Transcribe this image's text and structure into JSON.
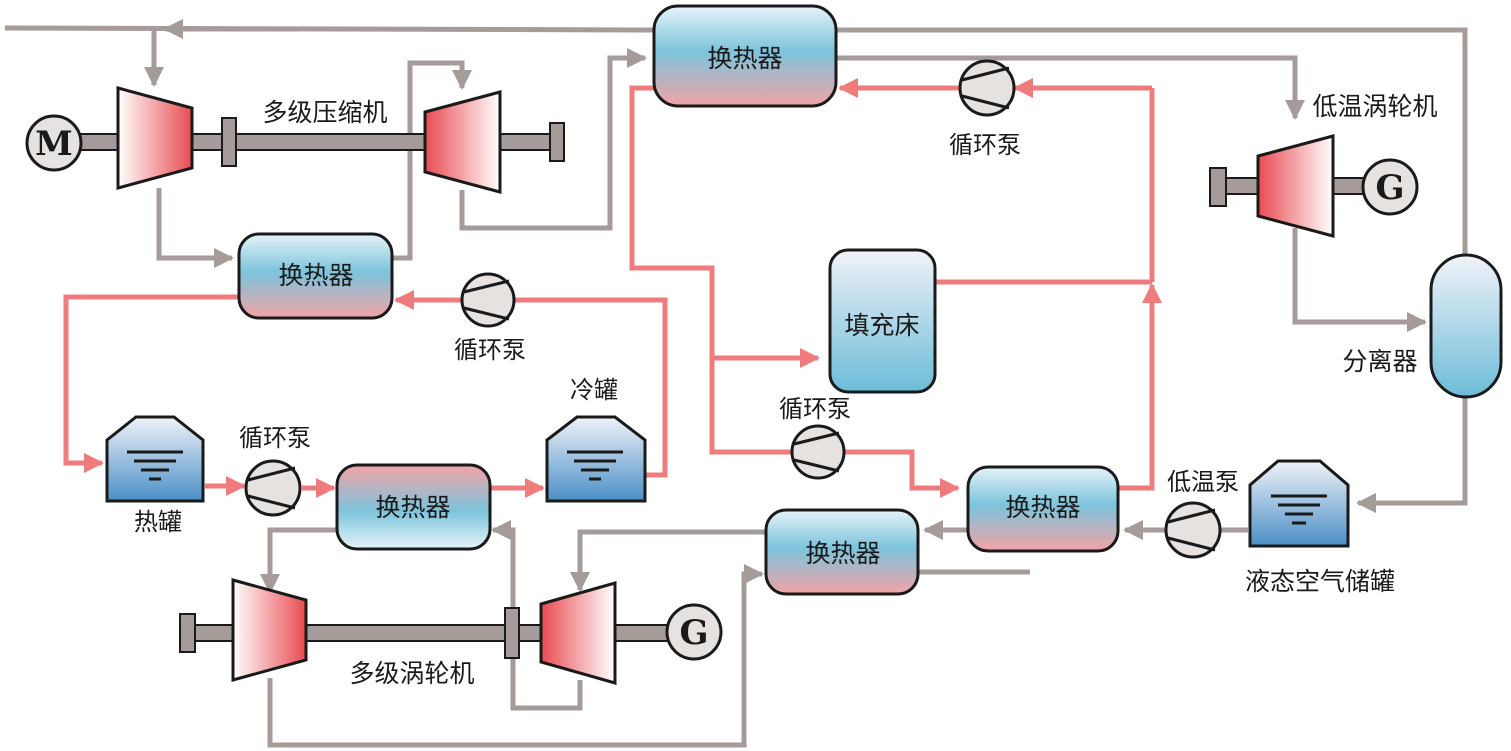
{
  "title": "液态空气储能系统流程示意图",
  "colors": {
    "air_line": "#a59b99",
    "heat_line": "#f07b7d",
    "outline": "#1a1a1a",
    "hx_top": "#e2f0f6",
    "hx_mid": "#7cc4dc",
    "hx_bottom": "#efa4a7",
    "tank_top": "#eef1f8",
    "tank_bottom": "#4a91c8",
    "machine_red": "#e84b52",
    "machine_white": "#ffffff",
    "shaft": "#a59b99",
    "pump_fill": "#e6e2e0"
  },
  "labels": {
    "compressor": "多级压缩机",
    "turbine_multi": "多级涡轮机",
    "turbine_lowtemp": "低温涡轮机",
    "heat_exchanger": "换热器",
    "circulation_pump": "循环泵",
    "hot_tank": "热罐",
    "cold_tank": "冷罐",
    "packed_bed": "填充床",
    "separator": "分离器",
    "cryo_pump": "低温泵",
    "liquid_air_tank": "液态空气储罐",
    "motor": "M",
    "generator": "G"
  }
}
